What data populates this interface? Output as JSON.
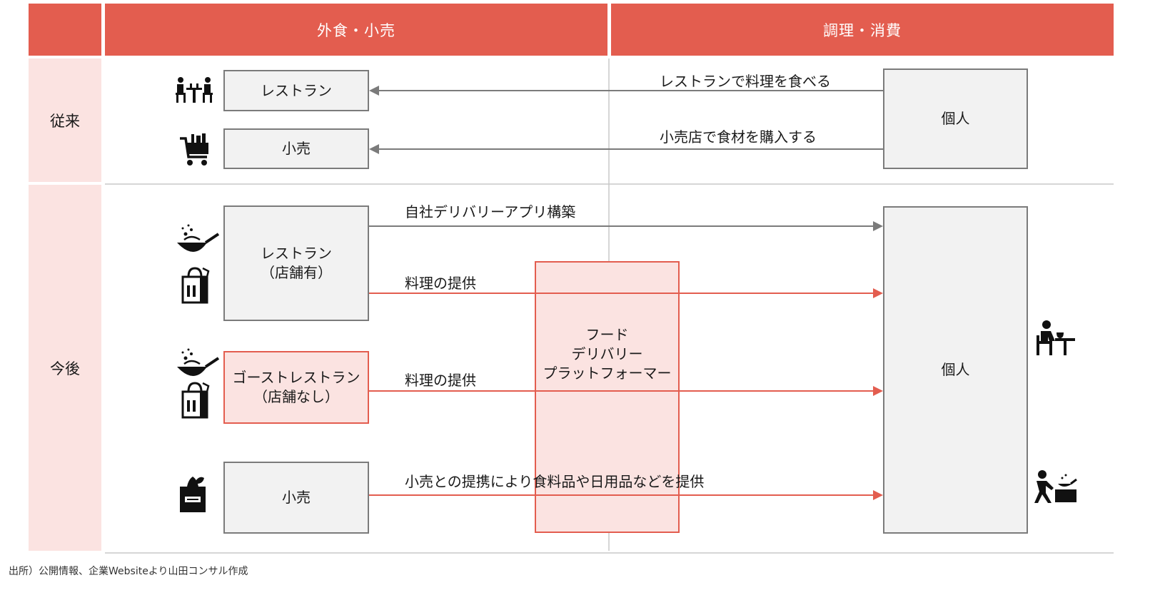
{
  "header": {
    "col1": "外食・小売",
    "col2": "調理・消費"
  },
  "rows": {
    "traditional": "従来",
    "future": "今後"
  },
  "traditional": {
    "restaurant": "レストラン",
    "retail": "小売",
    "individual": "個人",
    "flow_restaurant": "レストランで料理を食べる",
    "flow_retail": "小売店で食材を購入する"
  },
  "future": {
    "restaurant_line1": "レストラン",
    "restaurant_line2": "（店舗有）",
    "ghost_line1": "ゴーストレストラン",
    "ghost_line2": "（店舗なし）",
    "retail": "小売",
    "individual": "個人",
    "platform_line1": "フード",
    "platform_line2": "デリバリー",
    "platform_line3": "プラットフォーマー",
    "flow_own_app": "自社デリバリーアプリ構築",
    "flow_food1": "料理の提供",
    "flow_food2": "料理の提供",
    "flow_retail": "小売との提携により食料品や日用品などを提供"
  },
  "source": "出所）公開情報、企業Websiteより山田コンサル作成",
  "colors": {
    "accent": "#e35d4f",
    "light_accent": "#fbe3e1",
    "box_fill": "#f2f2f2",
    "box_border": "#7b7b7b",
    "gray_arrow": "#7b7b7b"
  }
}
